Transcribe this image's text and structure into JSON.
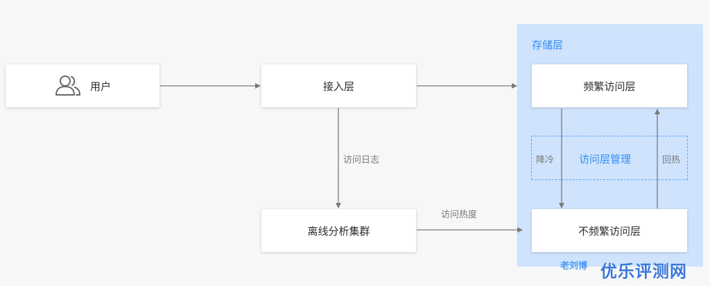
{
  "storage_panel": {
    "title": "存储层"
  },
  "nodes": {
    "user": "用户",
    "access": "接入层",
    "offline": "离线分析集群",
    "frequent": "频繁访问层",
    "infrequent": "不频繁访问层",
    "tier_mgmt": "访问层管理"
  },
  "edge_labels": {
    "access_log": "访问日志",
    "access_heat": "访问热度",
    "cool_down": "降冷",
    "warm_up": "回热"
  },
  "watermarks": {
    "left": "老刘博",
    "right": "优乐评测网"
  },
  "icons": {
    "user": "users-icon"
  },
  "colors": {
    "accent": "#2f8ef5",
    "panel": "#cfe3fd"
  }
}
